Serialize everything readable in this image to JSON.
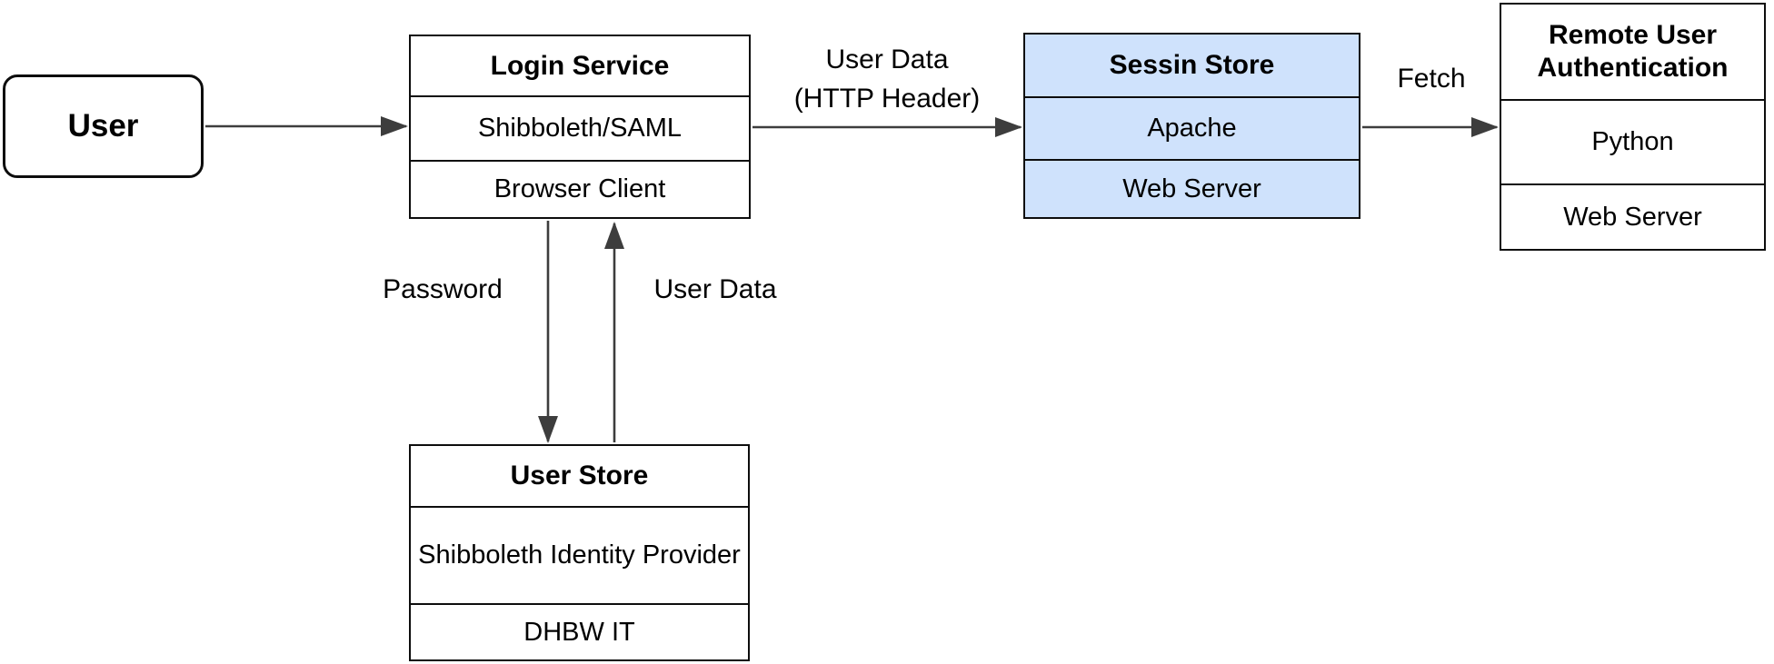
{
  "diagram": {
    "background_color": "#ffffff",
    "box_border_color": "#0d0d0d",
    "session_store_fill": "#cfe2fc",
    "arrow_color": "#3d3d3d",
    "nodes": {
      "user": {
        "title": "User"
      },
      "login_service": {
        "title": "Login Service",
        "rows": [
          "Shibboleth/SAML",
          "Browser Client"
        ]
      },
      "session_store": {
        "title": "Sessin Store",
        "rows": [
          "Apache",
          "Web Server"
        ]
      },
      "remote_user_auth": {
        "title": "Remote User Authentication",
        "rows": [
          "Python",
          "Web Server"
        ]
      },
      "user_store": {
        "title": "User Store",
        "rows": [
          "Shibboleth Identity Provider",
          "DHBW IT"
        ]
      }
    },
    "edges": {
      "login_to_session": {
        "label_line1": "User Data",
        "label_line2": "(HTTP Header)"
      },
      "session_to_remote": {
        "label": "Fetch"
      },
      "login_to_store": {
        "label": "Password"
      },
      "store_to_login": {
        "label": "User Data"
      }
    }
  }
}
